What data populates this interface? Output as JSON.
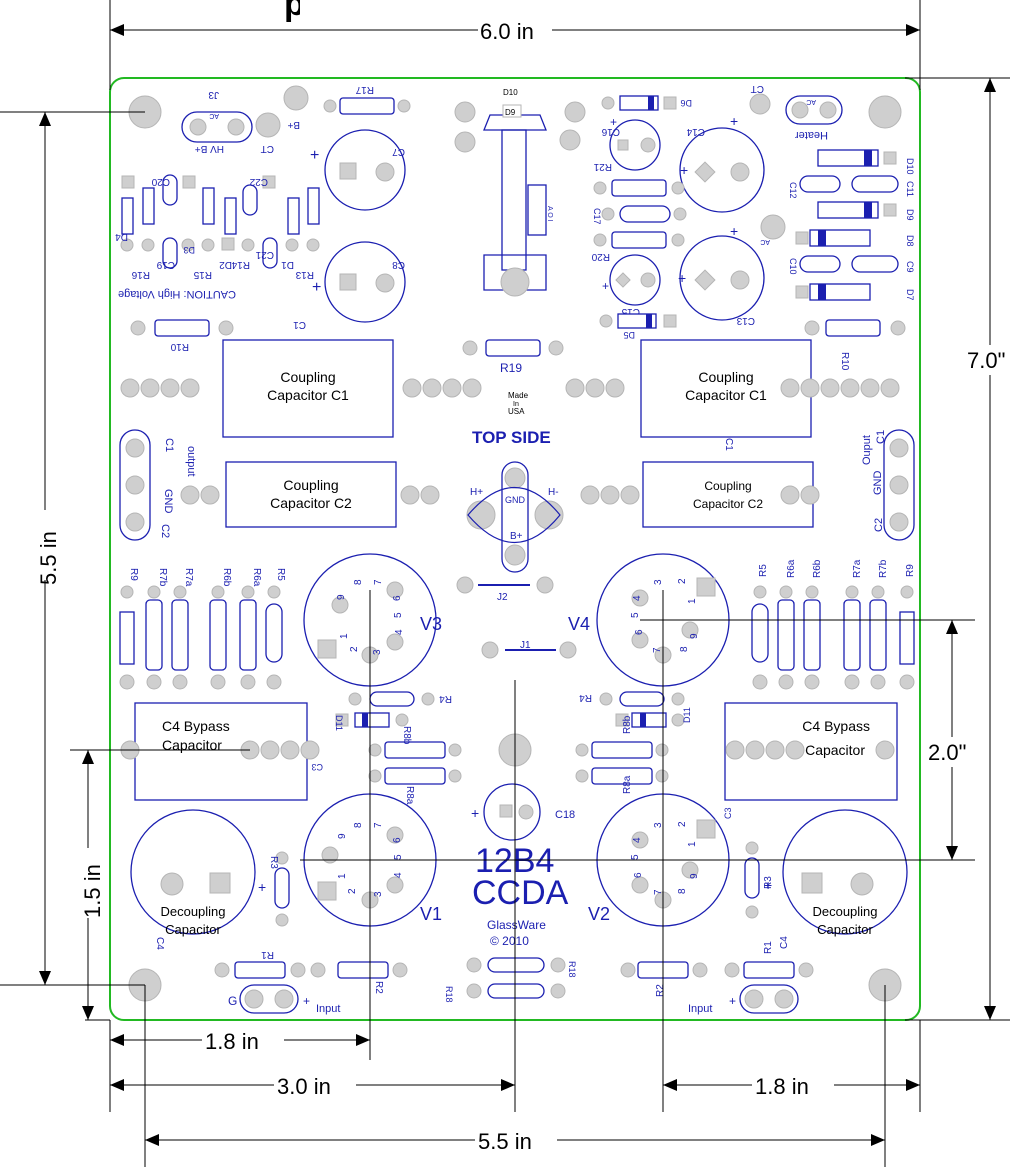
{
  "header": {
    "title_fragment": "p"
  },
  "colors": {
    "board_outline": "#22b922",
    "silkscreen": "#1b1fb0",
    "pad": "#cfcfcf",
    "dimension": "#000000"
  },
  "dimensions": {
    "width_top": "6.0 in",
    "height_right": "7.0\"",
    "height_left": "5.5 in",
    "tube_spacing": "2.0\"",
    "left_lower": "1.5 in",
    "bottom_left_1": "1.8 in",
    "bottom_center": "3.0 in",
    "bottom_right": "1.8 in",
    "bottom_span": "5.5 in"
  },
  "board": {
    "side": "TOP SIDE",
    "made_in": "Made",
    "made_in_2": "In",
    "made_in_3": "USA",
    "product_1": "12B4",
    "product_2": "CCDA",
    "maker": "GlassWare",
    "copyright": "© 2010",
    "caution": "CAUTION: High Voltage",
    "tubes": [
      "V1",
      "V2",
      "V3",
      "V4"
    ],
    "capacitor_blocks": {
      "coupling_c1": [
        "Coupling",
        "Capacitor C1"
      ],
      "coupling_c2": [
        "Coupling",
        "Capacitor C2"
      ],
      "bypass": [
        "C4 Bypass",
        "Capacitor"
      ],
      "decoupling": [
        "Decoupling",
        "Capacitor"
      ]
    },
    "labels": {
      "output_left": "output",
      "output_right": "Ouput",
      "c1": "C1",
      "gnd": "GND",
      "c2": "C2",
      "c3": "C3",
      "c4": "C4",
      "input_left": "Input",
      "input_right": "Input",
      "g": "G",
      "plus": "+",
      "hplus": "H+",
      "hminus": "H-",
      "bplus": "B+",
      "hvbplus": "HV B+",
      "ct": "CT",
      "ac": "AC",
      "heater": "Heater",
      "j1": "J1",
      "j2": "J2",
      "j3": "J3",
      "c18": "C18",
      "r1": "R1",
      "r2": "R2",
      "r3": "R3",
      "r4": "R4",
      "r5": "R5",
      "r6a": "R6a",
      "r6b": "R6b",
      "r7a": "R7a",
      "r7b": "R7b",
      "r8a": "R8a",
      "r8b": "R8b",
      "r9": "R9",
      "r10": "R10",
      "r13": "R13",
      "r14": "R14",
      "r15": "R15",
      "r16": "R16",
      "r17": "R17",
      "r18": "R18",
      "r19": "R19",
      "r20": "R20",
      "r21": "R21",
      "c7": "C7",
      "c8": "C8",
      "c9": "C9",
      "c10": "C10",
      "c11": "C11",
      "c12": "C12",
      "c13": "C13",
      "c14": "C14",
      "c15": "C15",
      "c16": "C16",
      "c17": "C17",
      "c19": "C19",
      "c20": "C20",
      "c21": "C21",
      "c22": "C22",
      "d1": "D1",
      "d2": "D2",
      "d3": "D3",
      "d4": "D4",
      "d5": "D5",
      "d6": "D6",
      "d7": "D7",
      "d8": "D8",
      "d9": "D9",
      "d10": "D10",
      "d11": "D11",
      "reg": "A O I"
    }
  }
}
